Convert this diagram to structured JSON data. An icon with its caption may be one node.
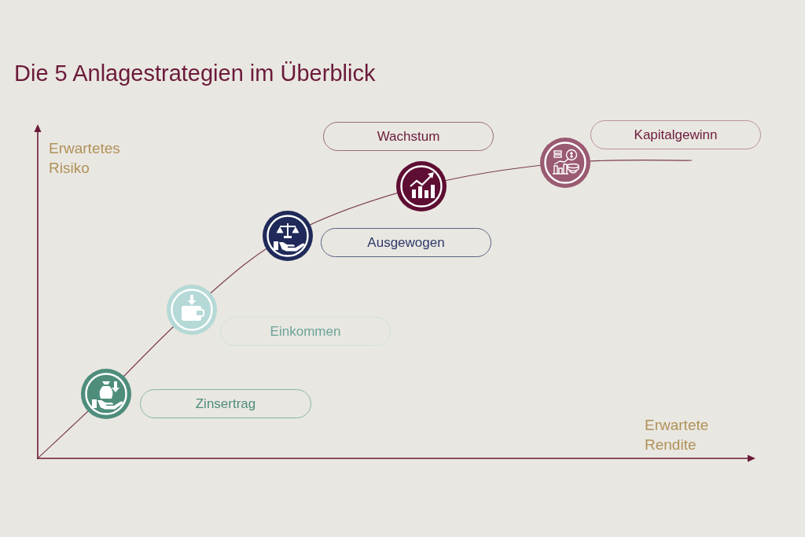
{
  "diagram": {
    "title": "Die 5 Anlagestrategien im Überblick",
    "nodes": [
      {
        "text": [
          "Zinsertrag"
        ]
      },
      {
        "text": [
          "Einkommen"
        ]
      },
      {
        "text": [
          "Ausgewogen"
        ]
      },
      {
        "text": [
          "Wachstum"
        ]
      },
      {
        "text": [
          "Kapitalgewinn"
        ]
      }
    ],
    "labels": [
      "Erwartetes Risiko",
      "Erwartete Rendite"
    ]
  }
}
